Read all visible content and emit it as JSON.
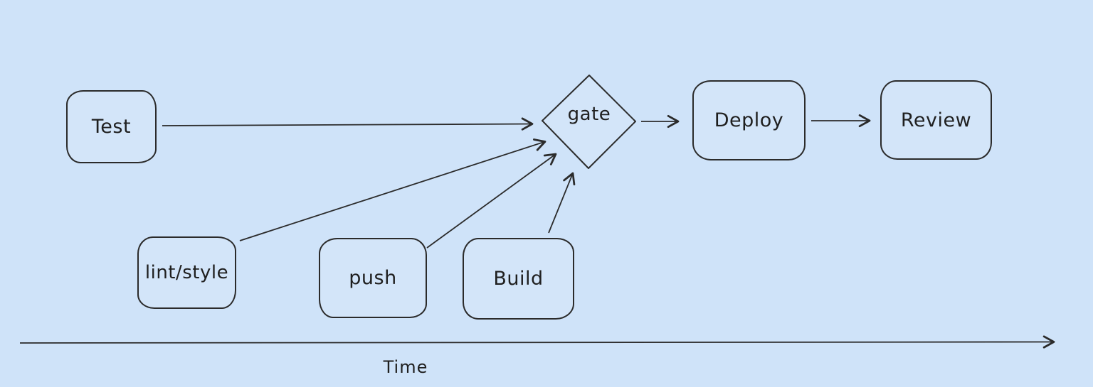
{
  "canvas": {
    "background_color": "#cfe3f9",
    "stroke_color": "#2b2b2b",
    "text_color": "#1f1f1f",
    "style": "hand-drawn"
  },
  "diagram": {
    "nodes": [
      {
        "id": "test",
        "label": "Test",
        "shape": "rounded-rectangle"
      },
      {
        "id": "lint-style",
        "label": "lint/style",
        "shape": "rounded-rectangle"
      },
      {
        "id": "push",
        "label": "push",
        "shape": "rounded-rectangle"
      },
      {
        "id": "build",
        "label": "Build",
        "shape": "rounded-rectangle"
      },
      {
        "id": "gate",
        "label": "gate",
        "shape": "diamond"
      },
      {
        "id": "deploy",
        "label": "Deploy",
        "shape": "rounded-rectangle"
      },
      {
        "id": "review",
        "label": "Review",
        "shape": "rounded-rectangle"
      }
    ],
    "edges": [
      {
        "from": "Test",
        "to": "gate"
      },
      {
        "from": "lint/style",
        "to": "gate"
      },
      {
        "from": "push",
        "to": "gate"
      },
      {
        "from": "Build",
        "to": "gate"
      },
      {
        "from": "gate",
        "to": "Deploy"
      },
      {
        "from": "Deploy",
        "to": "Review"
      }
    ],
    "time_axis": {
      "label": "Time",
      "direction": "left-to-right"
    }
  }
}
